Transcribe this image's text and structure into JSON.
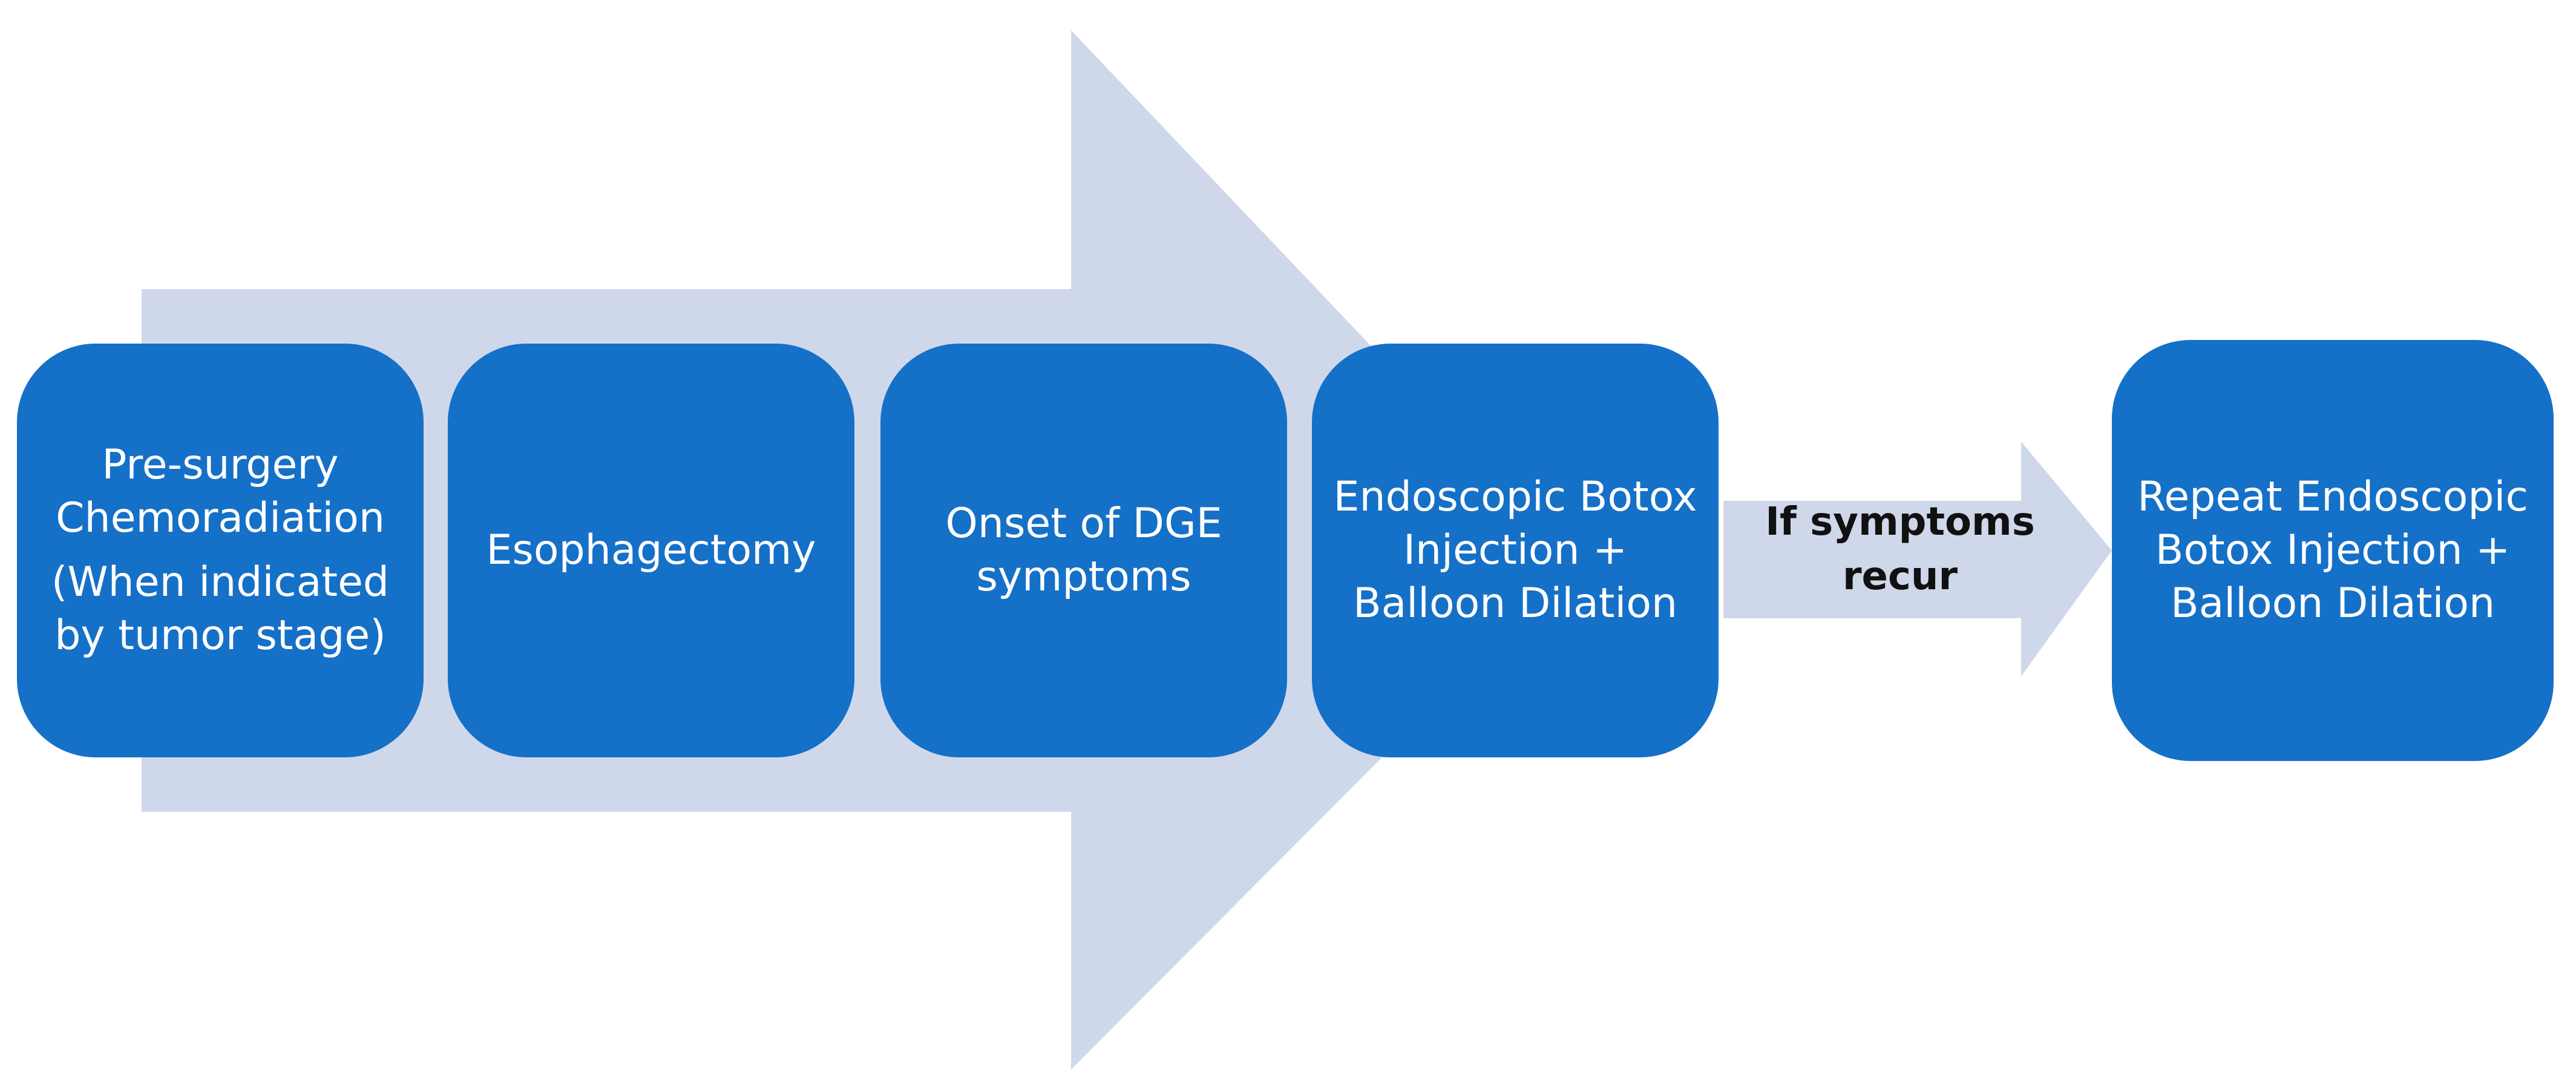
{
  "colors": {
    "box_fill": "#1570c8",
    "box_text": "#ffffff",
    "arrow_fill": "#cfd8ea",
    "label_text": "#111111"
  },
  "steps": [
    {
      "title": "Pre-surgery Chemoradiation",
      "note": "(When indicated by tumor stage)"
    },
    {
      "title": "Esophagectomy"
    },
    {
      "title": "Onset of DGE symptoms"
    },
    {
      "title": "Endoscopic Botox Injection + Balloon Dilation"
    },
    {
      "title": "Repeat Endoscopic Botox Injection + Balloon Dilation"
    }
  ],
  "condition": {
    "label": "If symptoms recur"
  }
}
